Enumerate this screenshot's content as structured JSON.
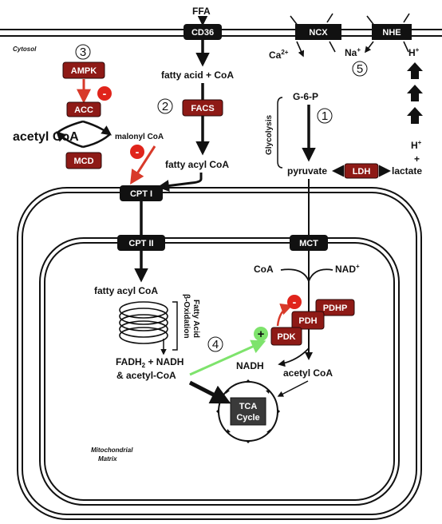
{
  "regions": {
    "cytosol": "Cytosol",
    "matrix_line1": "Mitochondrial",
    "matrix_line2": "Matrix"
  },
  "transporters": {
    "cd36": "CD36",
    "ncx": "NCX",
    "nhe": "NHE",
    "cpt1": "CPT I",
    "cpt2": "CPT II",
    "mct": "MCT"
  },
  "enzymes": {
    "ampk": "AMPK",
    "acc": "ACC",
    "mcd": "MCD",
    "facs": "FACS",
    "ldh": "LDH",
    "pdh": "PDH",
    "pdhp": "PDHP",
    "pdk": "PDK",
    "tca_line1": "TCA",
    "tca_line2": "Cycle"
  },
  "metabolites": {
    "ffa": "FFA",
    "fatty_acid_coa": "fatty acid + CoA",
    "fatty_acyl_coa_cyto": "fatty acyl CoA",
    "acetyl_coa_big": "acetyl CoA",
    "malonyl_coa": "malonyl CoA",
    "g6p": "G-6-P",
    "glycolysis": "Glycolysis",
    "pyruvate": "pyruvate",
    "lactate": "lactate",
    "ca2": "Ca",
    "ca2_sup": "2+",
    "na": "Na",
    "na_sup": "+",
    "h_top": "H",
    "h_top_sup": "+",
    "h_mid": "H",
    "h_mid_sup": "+",
    "plus": "+",
    "coa_matrix": "CoA",
    "nad": "NAD",
    "nad_sup": "+",
    "fatty_acyl_coa_matrix": "fatty acyl CoA",
    "beta_ox_line1": "Fatty Acid",
    "beta_ox_line2": "β-Oxidation",
    "fadh2_a": "FADH",
    "fadh2_sub": "2",
    "fadh2_b": " + NADH",
    "and_acetyl_coa": "& acetyl-CoA",
    "nadh": "NADH",
    "acetyl_coa_matrix": "acetyl CoA"
  },
  "markers": {
    "inhibit": "-",
    "activate": "+",
    "step1": "1",
    "step2": "2",
    "step3": "3",
    "step4": "4",
    "step5": "5"
  }
}
